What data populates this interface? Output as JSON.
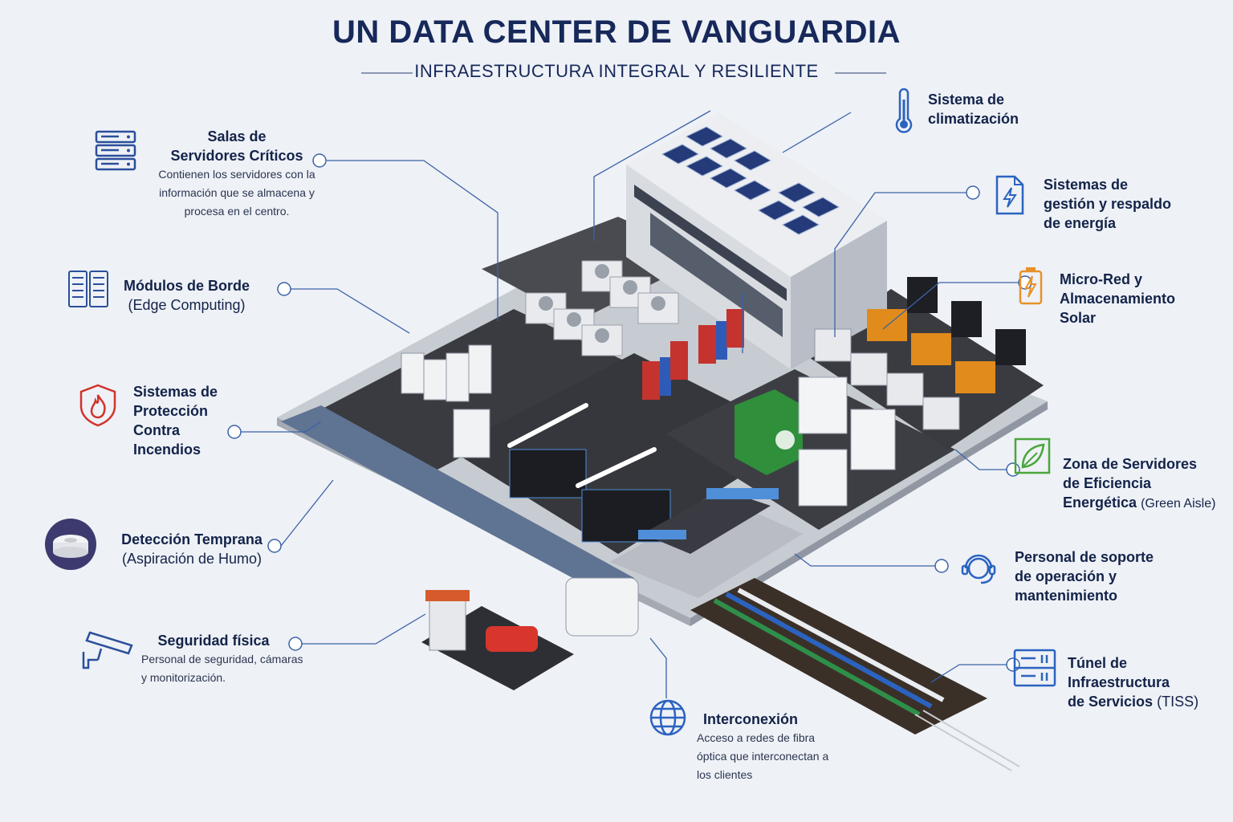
{
  "header": {
    "title": "UN DATA CENTER DE VANGUARDIA",
    "subtitle": "INFRAESTRUCTURA INTEGRAL Y RESILIENTE"
  },
  "left_callouts": {
    "salas": {
      "title_1": "Salas de",
      "title_2": "Servidores Críticos",
      "desc_1": "Contienen los servidores con la",
      "desc_2": "información que se almacena y",
      "desc_3": "procesa en el centro.",
      "icon": "server-stack-icon"
    },
    "borde": {
      "title": "Módulos de Borde",
      "subtitle": "(Edge Computing)",
      "icon": "edge-rack-icon"
    },
    "incendios": {
      "title_1": "Sistemas de",
      "title_2": "Protección",
      "title_3": "Contra",
      "title_4": "Incendios",
      "icon": "fire-shield-icon"
    },
    "deteccion": {
      "title": "Detección Temprana",
      "subtitle": "(Aspiración de Humo)",
      "icon": "smoke-detector-icon"
    },
    "seguridad": {
      "title": "Seguridad física",
      "desc_1": "Personal de seguridad, cámaras",
      "desc_2": "y monitorización.",
      "icon": "security-camera-icon"
    }
  },
  "right_callouts": {
    "climatizacion": {
      "title_1": "Sistema de",
      "title_2": "climatización",
      "icon": "thermometer-icon"
    },
    "energia": {
      "title_1": "Sistemas de",
      "title_2": "gestión y respaldo",
      "title_3": "de energía",
      "icon": "energy-document-icon"
    },
    "microred": {
      "title_1": "Micro-Red y",
      "title_2": "Almacenamiento",
      "title_3": "Solar",
      "icon": "battery-icon"
    },
    "green": {
      "title_1": "Zona de Servidores",
      "title_2": "de Eficiencia",
      "title_3": "Energética",
      "title_3_suffix": "(Green Aisle)",
      "icon": "leaf-icon"
    },
    "personal": {
      "title_1": "Personal de soporte",
      "title_2": "de operación y",
      "title_3": "mantenimiento",
      "icon": "headset-agent-icon"
    },
    "tunel": {
      "title_1": "Túnel de",
      "title_2": "Infraestructura",
      "title_3": "de Servicios",
      "title_3_suffix": "(TISS)",
      "icon": "server-panel-icon"
    }
  },
  "bottom_callouts": {
    "interconexion": {
      "title": "Interconexión",
      "desc_1": "Acceso a redes de fibra",
      "desc_2": "óptica que interconectan a",
      "desc_3": "los clientes",
      "icon": "globe-icon"
    }
  },
  "colors": {
    "navy": "#17285a",
    "leader_line": "#3b63a8",
    "accent_blue": "#2f6fc4",
    "fire_red": "#d0342c",
    "battery_orange": "#e8912a",
    "leaf_green": "#4aa63c",
    "floor_dark": "#3a3b40",
    "wall_light": "#d4d7dc"
  }
}
